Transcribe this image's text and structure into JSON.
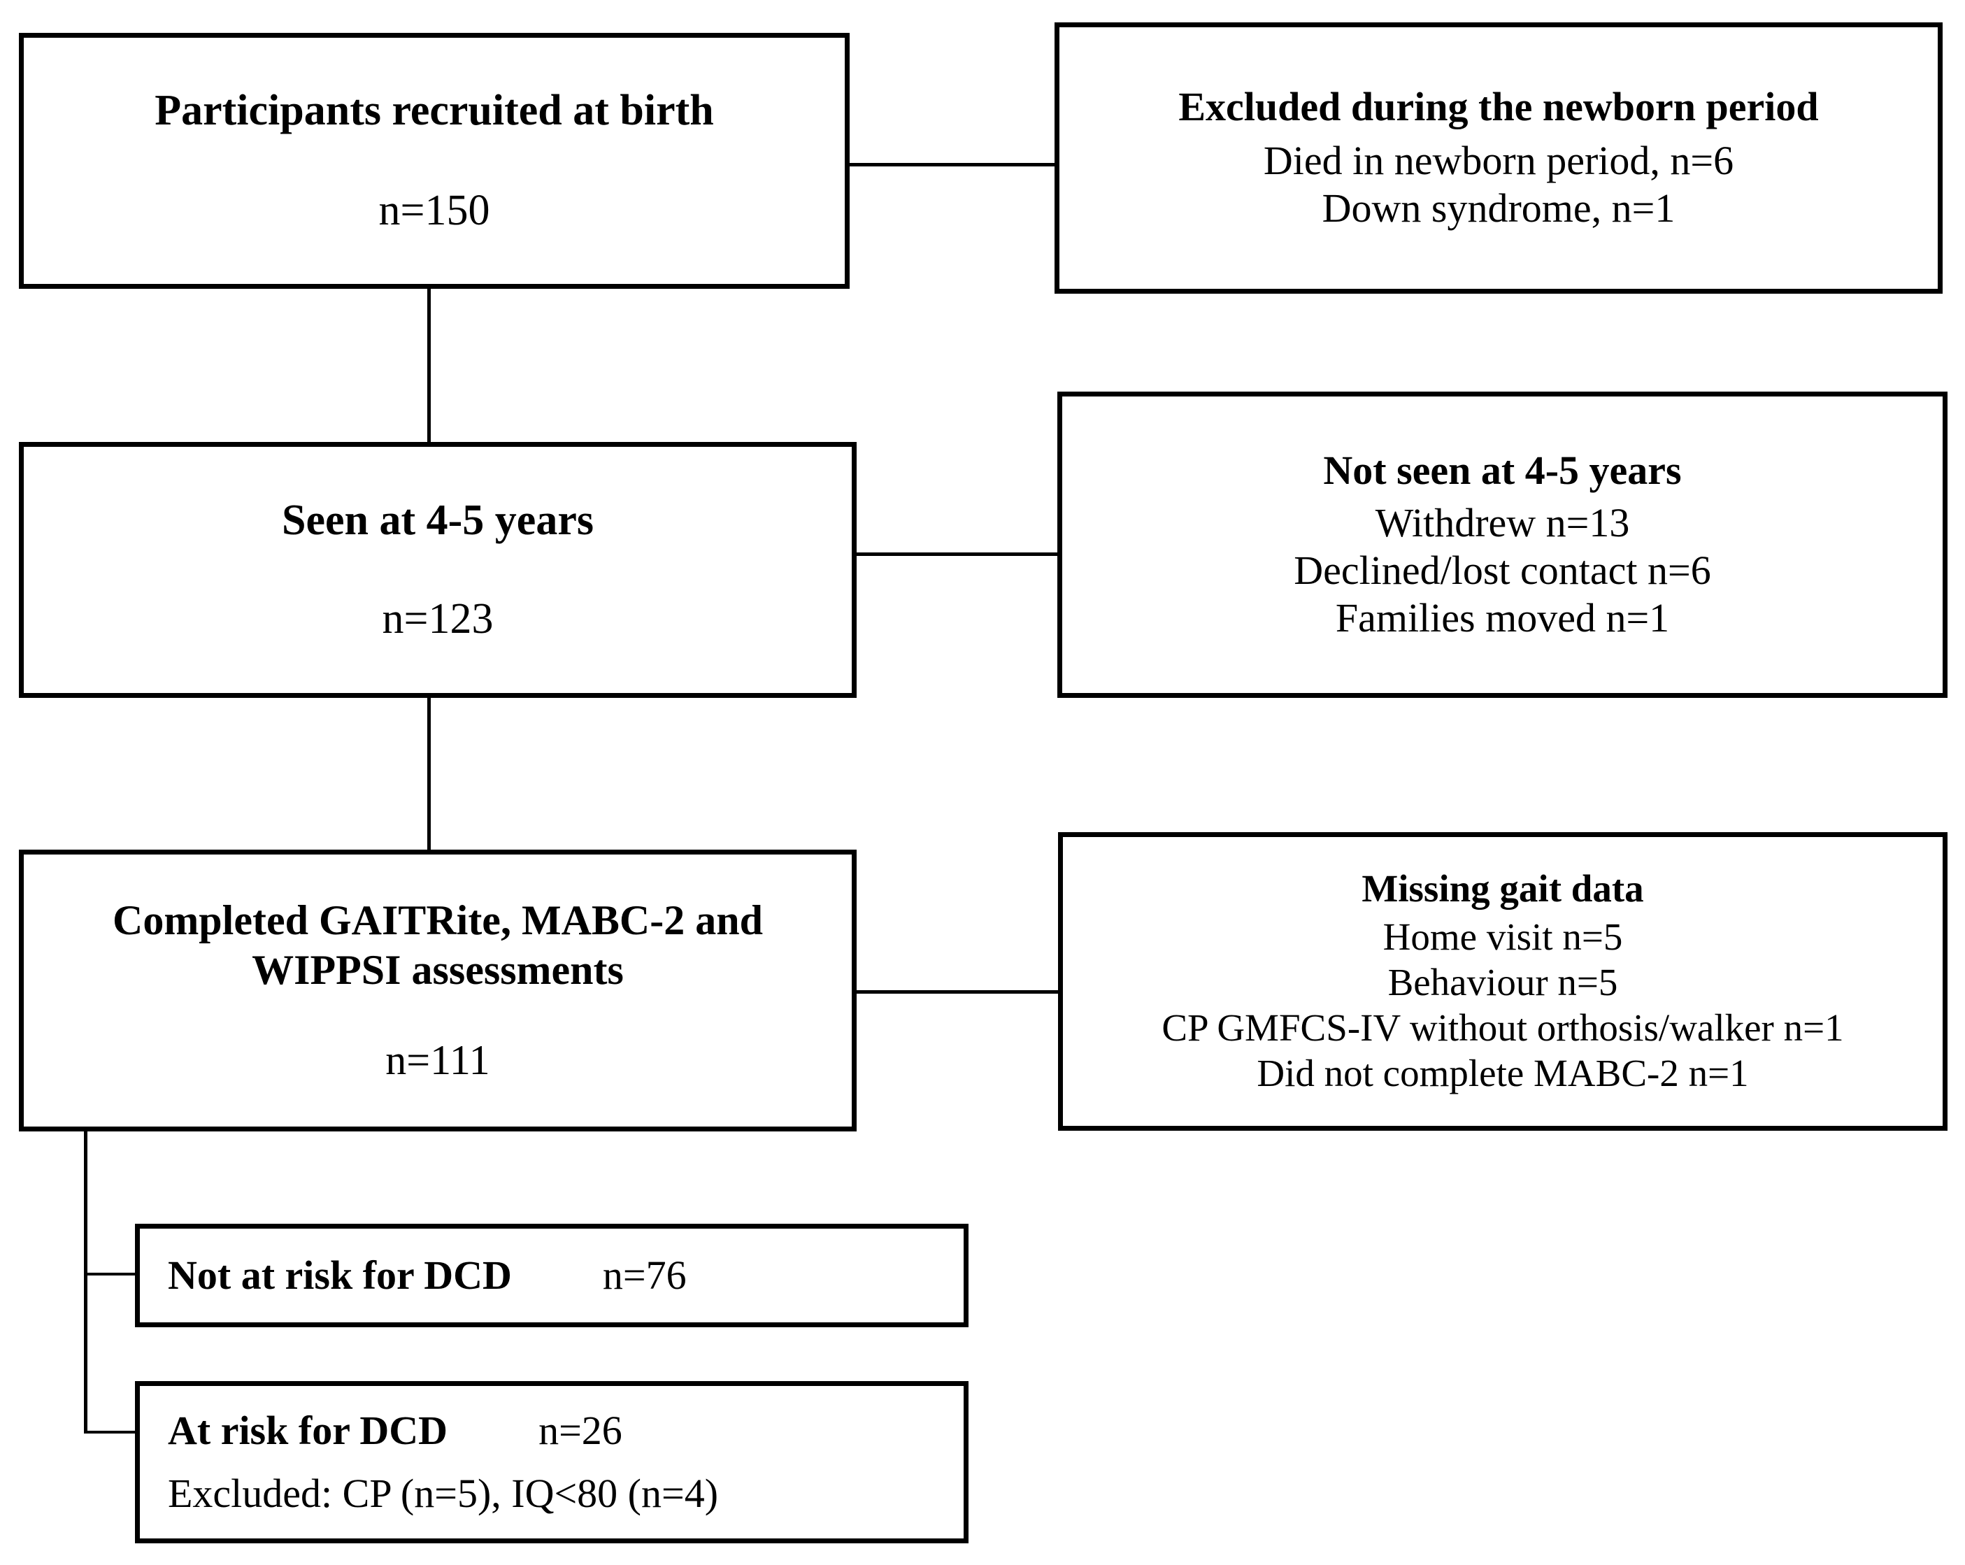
{
  "diagram": {
    "type": "participant-flow-chart",
    "nodes": {
      "recruited": {
        "title": "Participants recruited at birth",
        "count": "n=150"
      },
      "excluded_newborn": {
        "title": "Excluded during the newborn period",
        "lines": [
          "Died in newborn period, n=6",
          "Down syndrome, n=1"
        ]
      },
      "seen": {
        "title": "Seen at 4-5 years",
        "count": "n=123"
      },
      "not_seen": {
        "title": "Not seen at 4-5 years",
        "lines": [
          "Withdrew n=13",
          "Declined/lost contact n=6",
          "Families moved n=1"
        ]
      },
      "completed": {
        "title_line1": "Completed GAITRite, MABC-2 and",
        "title_line2": "WIPPSI assessments",
        "count": "n=111"
      },
      "missing_gait": {
        "title": "Missing gait data",
        "lines": [
          "Home visit n=5",
          "Behaviour n=5",
          "CP GMFCS-IV without orthosis/walker n=1",
          "Did not complete MABC-2 n=1"
        ]
      },
      "not_at_risk": {
        "title": "Not at risk for DCD",
        "count": "n=76"
      },
      "at_risk": {
        "title": "At risk for DCD",
        "count": "n=26",
        "note": "Excluded: CP (n=5), IQ<80 (n=4)"
      }
    },
    "colors": {
      "line": "#000000",
      "box_fill": "#ffffff",
      "text": "#000000"
    }
  }
}
